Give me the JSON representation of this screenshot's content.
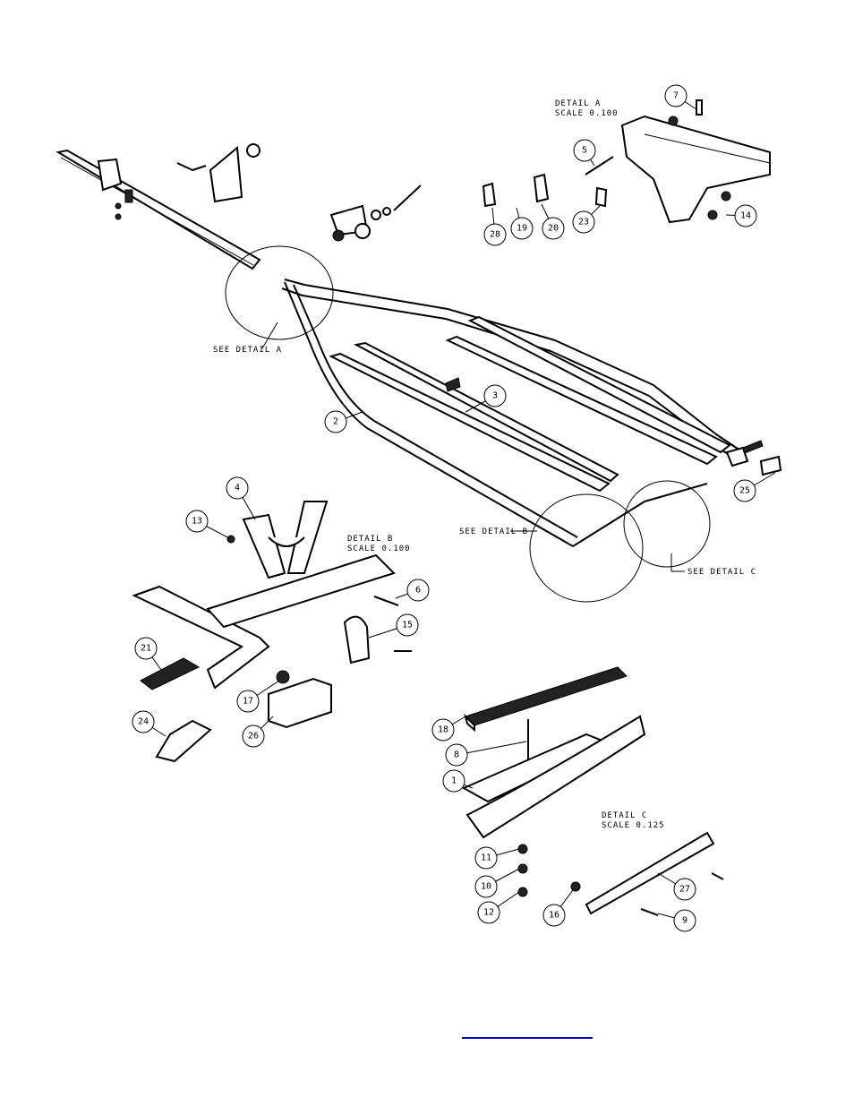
{
  "detail_labels": {
    "detail_a": {
      "title": "DETAIL  A",
      "scale": "SCALE  0.100"
    },
    "detail_b": {
      "title": "DETAIL  B",
      "scale": "SCALE  0.100"
    },
    "detail_c": {
      "title": "DETAIL  C",
      "scale": "SCALE  0.125"
    }
  },
  "references": {
    "see_a": "SEE DETAIL  A",
    "see_b": "SEE DETAIL  B",
    "see_c": "SEE DETAIL  C"
  },
  "callouts": [
    "7",
    "5",
    "28",
    "19",
    "20",
    "23",
    "14",
    "3",
    "2",
    "25",
    "4",
    "13",
    "6",
    "15",
    "21",
    "17",
    "24",
    "26",
    "18",
    "8",
    "1",
    "11",
    "10",
    "12",
    "16",
    "27",
    "9"
  ],
  "colors": {
    "line": "#000000",
    "link": "#0000cc"
  }
}
